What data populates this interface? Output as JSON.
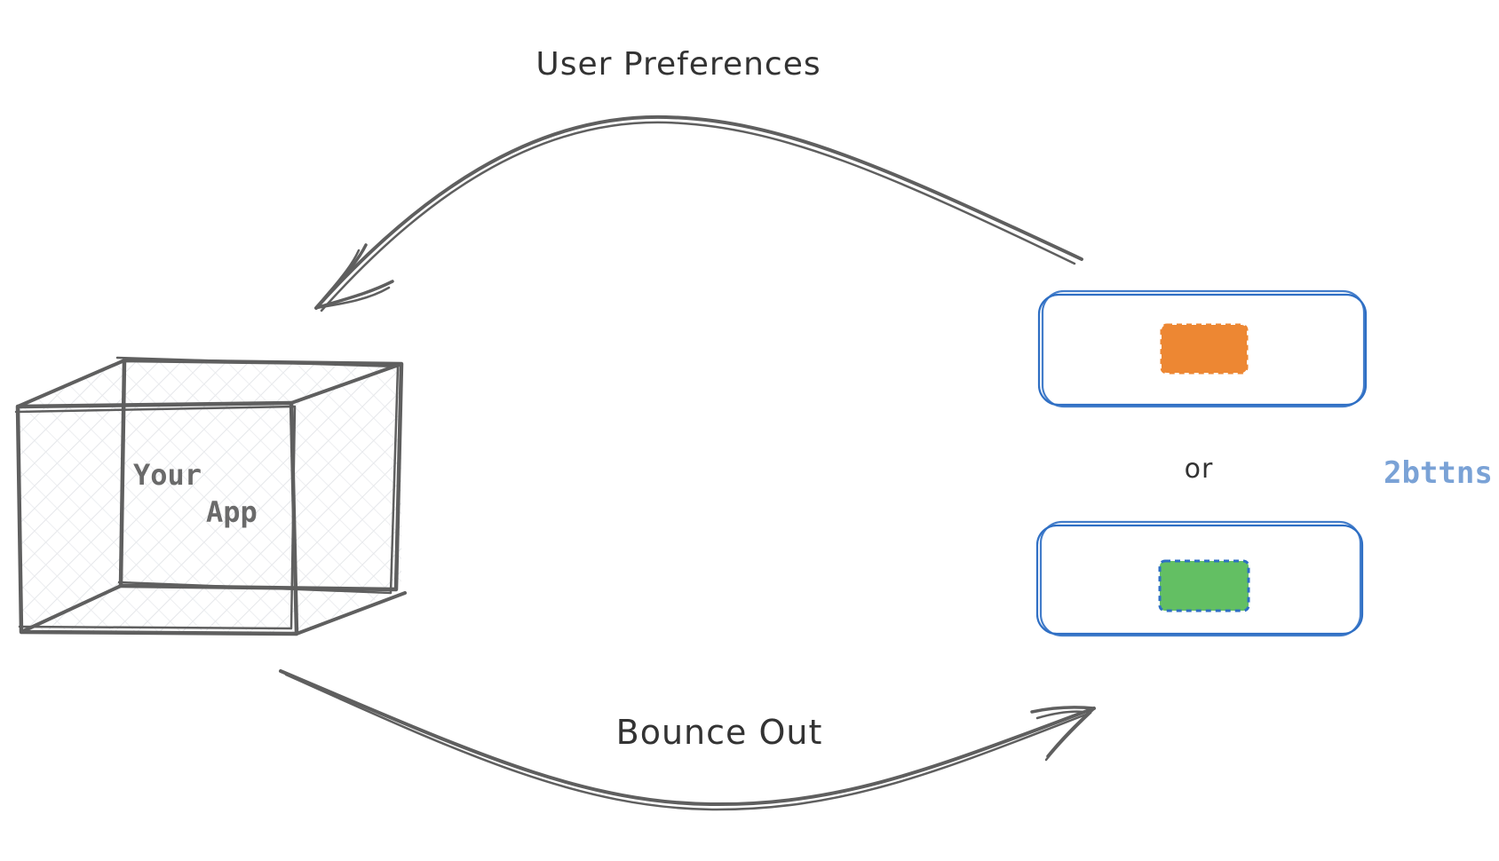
{
  "labels": {
    "user_preferences": "User Preferences",
    "bounce_out": "Bounce Out",
    "app_line1": "Your",
    "app_line2": "App",
    "or": "or",
    "side_label": "2bttns"
  },
  "colors": {
    "stroke": "#5f5f5f",
    "blue": "#2f6fc4",
    "orange": "#ed8733",
    "green": "#63bf63",
    "muted_text": "#aaaaaa",
    "side_label": "#7aa2d6",
    "hatch": "#e5e7ea"
  }
}
